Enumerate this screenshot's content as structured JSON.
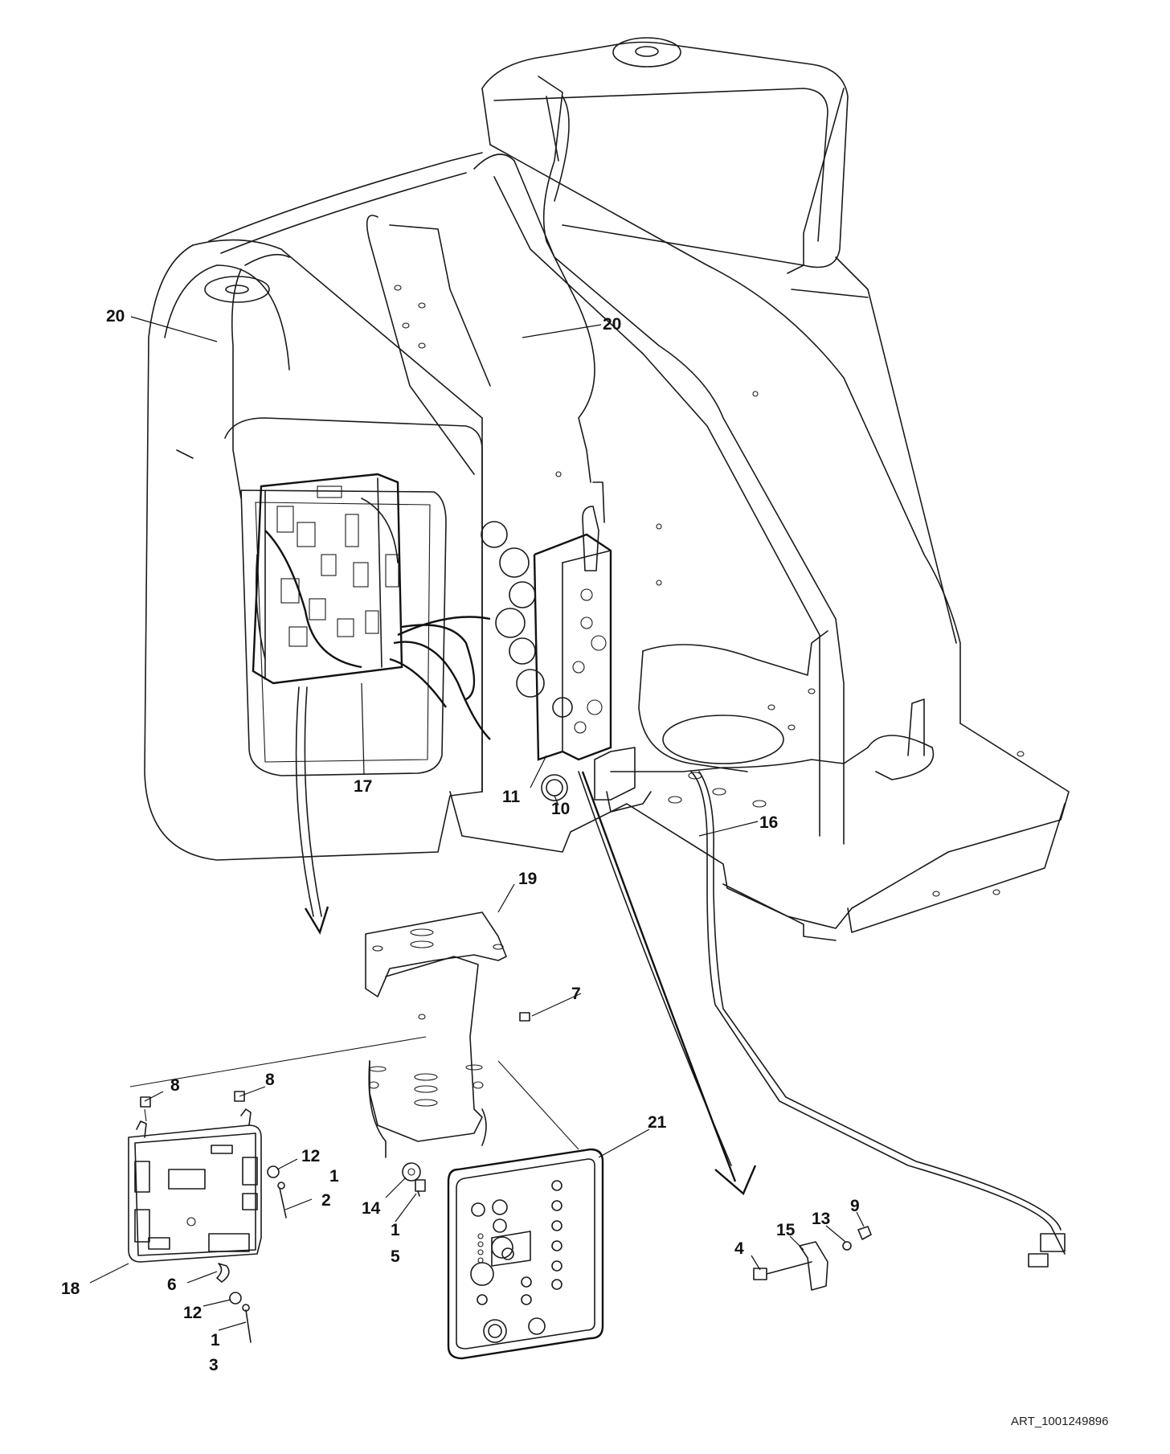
{
  "figure": {
    "art_id": "ART_1001249896"
  },
  "callouts": [
    {
      "id": "c20a",
      "text": "20"
    },
    {
      "id": "c20b",
      "text": "20"
    },
    {
      "id": "c17",
      "text": "17"
    },
    {
      "id": "c11",
      "text": "11"
    },
    {
      "id": "c10",
      "text": "10"
    },
    {
      "id": "c16",
      "text": "16"
    },
    {
      "id": "c19",
      "text": "19"
    },
    {
      "id": "c7",
      "text": "7"
    },
    {
      "id": "c8a",
      "text": "8"
    },
    {
      "id": "c8b",
      "text": "8"
    },
    {
      "id": "c21",
      "text": "21"
    },
    {
      "id": "c12a",
      "text": "12"
    },
    {
      "id": "c1a",
      "text": "1"
    },
    {
      "id": "c2",
      "text": "2"
    },
    {
      "id": "c14",
      "text": "14"
    },
    {
      "id": "c1b",
      "text": "1"
    },
    {
      "id": "c5",
      "text": "5"
    },
    {
      "id": "c18",
      "text": "18"
    },
    {
      "id": "c6",
      "text": "6"
    },
    {
      "id": "c12b",
      "text": "12"
    },
    {
      "id": "c1c",
      "text": "1"
    },
    {
      "id": "c3",
      "text": "3"
    },
    {
      "id": "c4",
      "text": "4"
    },
    {
      "id": "c15",
      "text": "15"
    },
    {
      "id": "c13",
      "text": "13"
    },
    {
      "id": "c9",
      "text": "9"
    }
  ]
}
